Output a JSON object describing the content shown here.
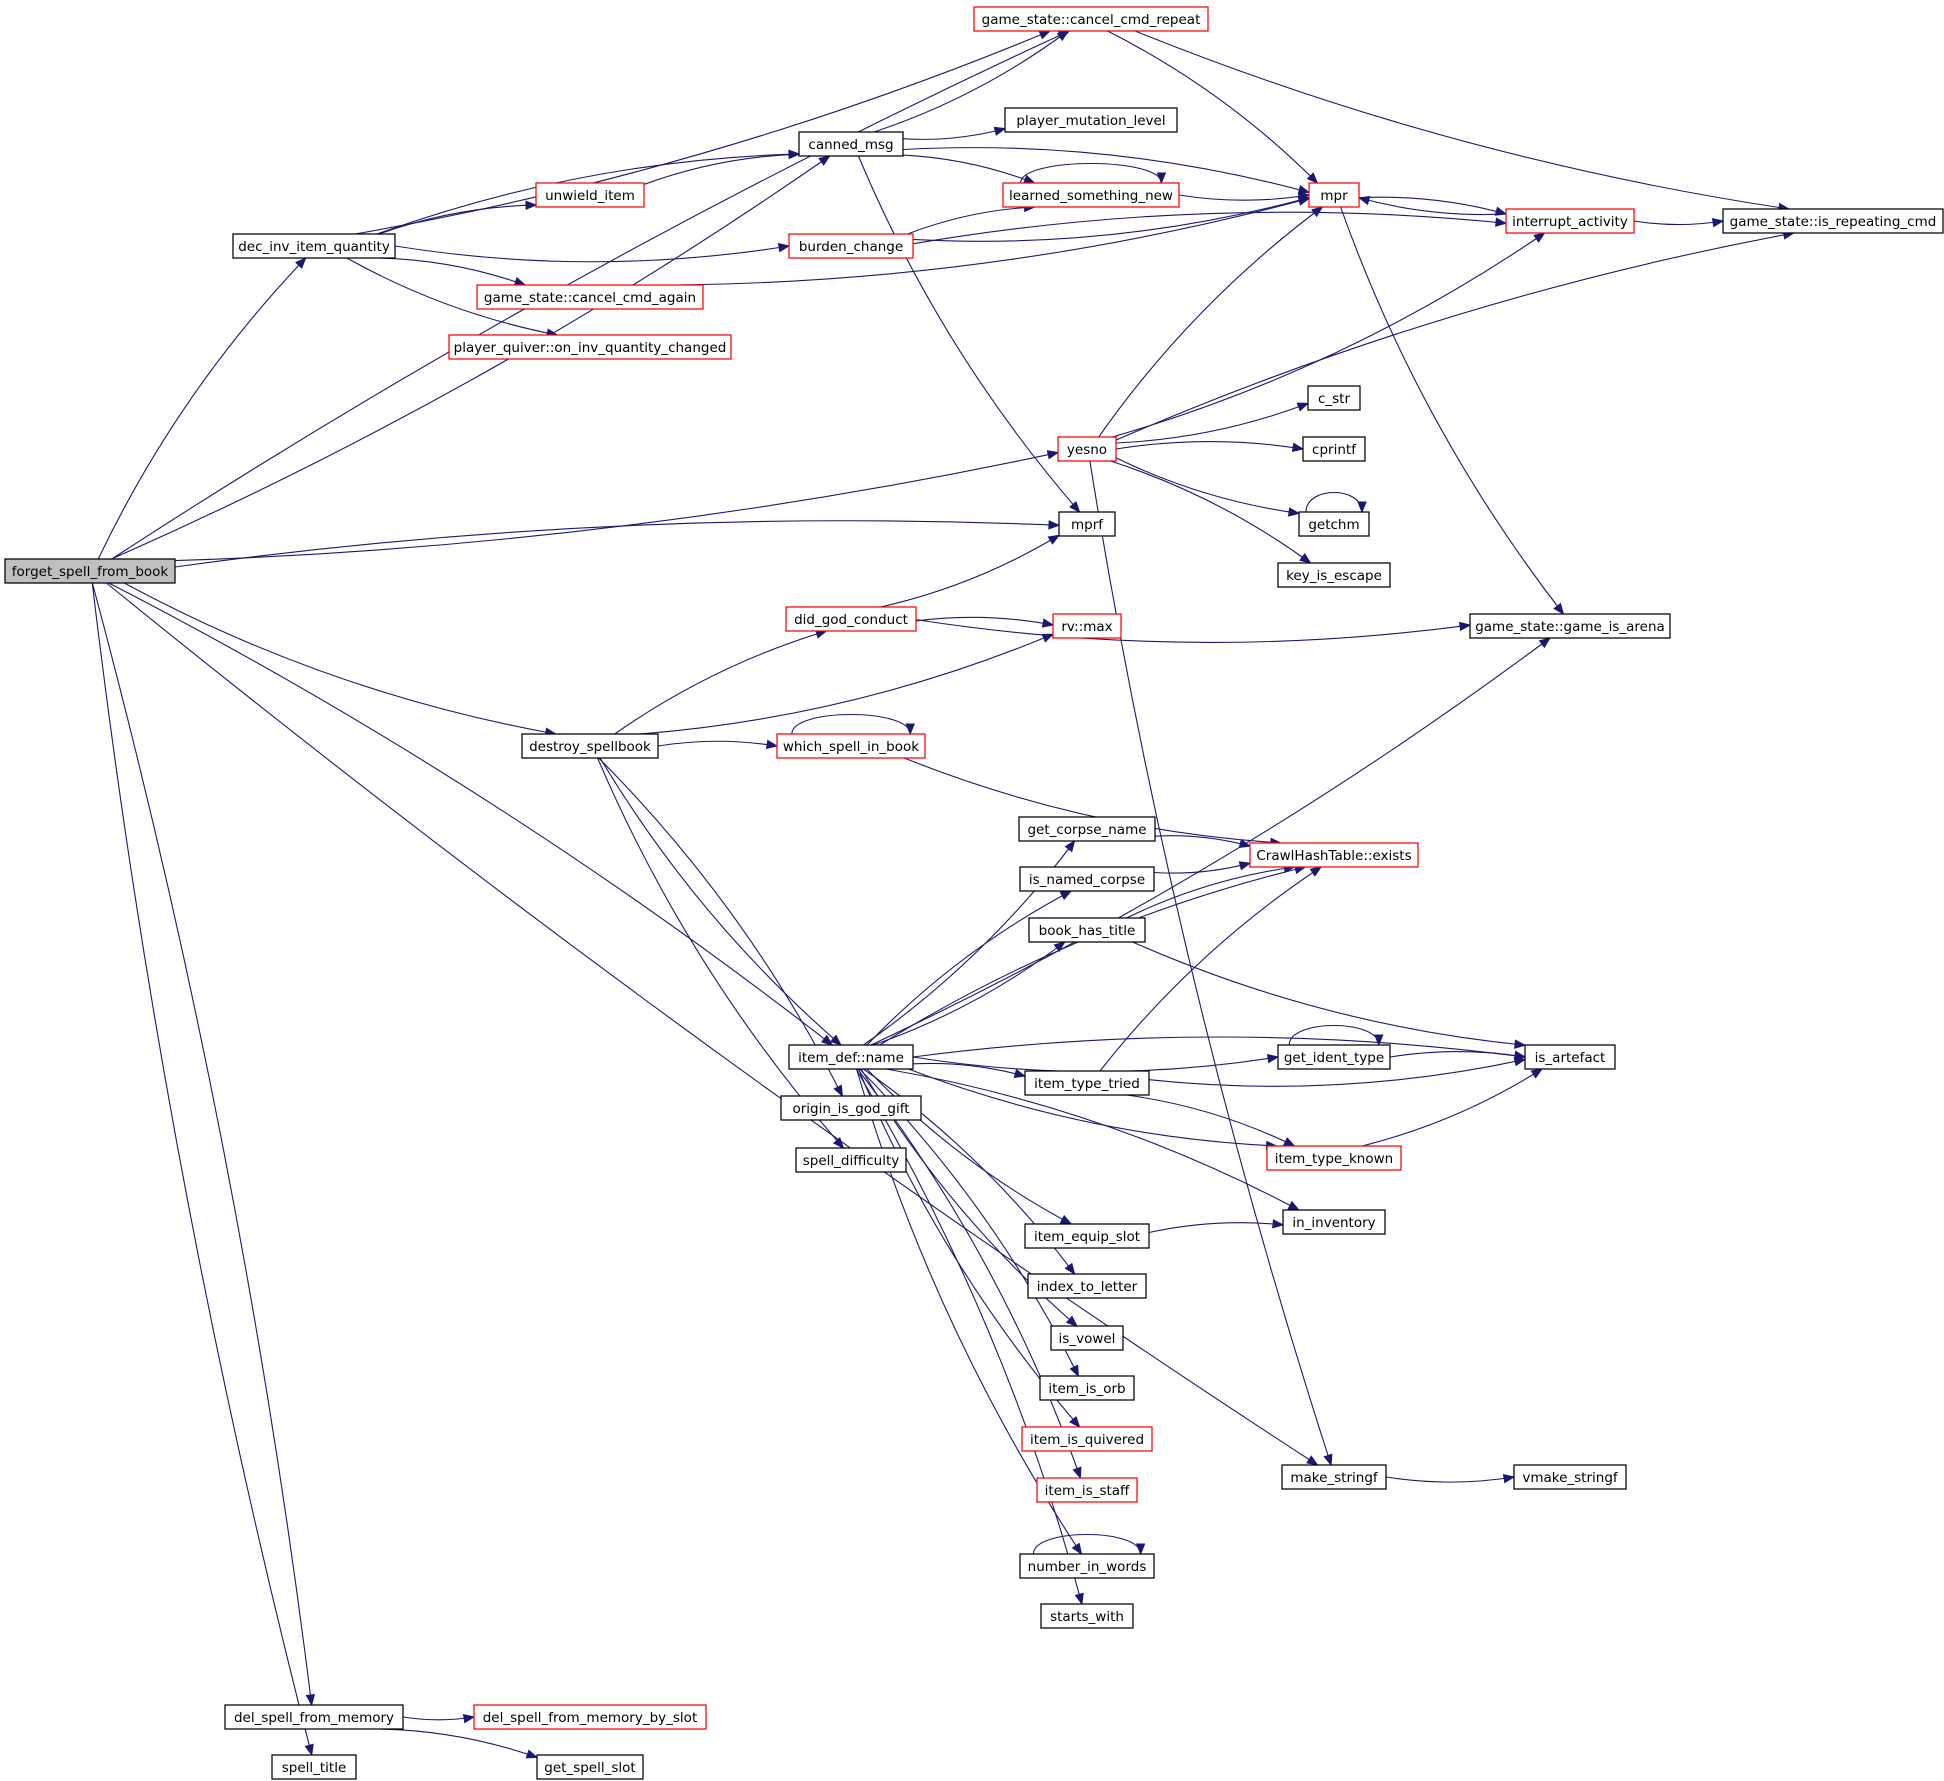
{
  "graph": {
    "nodes": [
      {
        "id": "forget_spell_from_book",
        "label": "forget_spell_from_book",
        "root": true
      },
      {
        "id": "dec_inv_item_quantity",
        "label": "dec_inv_item_quantity"
      },
      {
        "id": "canned_msg",
        "label": "canned_msg"
      },
      {
        "id": "cancel_cmd_repeat",
        "label": "game_state::cancel_cmd_repeat",
        "red": true
      },
      {
        "id": "player_mutation_level",
        "label": "player_mutation_level"
      },
      {
        "id": "unwield_item",
        "label": "unwield_item",
        "red": true
      },
      {
        "id": "learned_something_new",
        "label": "learned_something_new",
        "red": true
      },
      {
        "id": "mpr",
        "label": "mpr",
        "red": true
      },
      {
        "id": "interrupt_activity",
        "label": "interrupt_activity",
        "red": true
      },
      {
        "id": "is_repeating_cmd",
        "label": "game_state::is_repeating_cmd"
      },
      {
        "id": "burden_change",
        "label": "burden_change",
        "red": true
      },
      {
        "id": "cancel_cmd_again",
        "label": "game_state::cancel_cmd_again",
        "red": true
      },
      {
        "id": "on_inv_quantity_changed",
        "label": "player_quiver::on_inv_quantity_changed",
        "red": true
      },
      {
        "id": "c_str",
        "label": "c_str"
      },
      {
        "id": "yesno",
        "label": "yesno",
        "red": true
      },
      {
        "id": "cprintf",
        "label": "cprintf"
      },
      {
        "id": "mprf",
        "label": "mprf"
      },
      {
        "id": "getchm",
        "label": "getchm"
      },
      {
        "id": "key_is_escape",
        "label": "key_is_escape"
      },
      {
        "id": "did_god_conduct",
        "label": "did_god_conduct",
        "red": true
      },
      {
        "id": "rv_max",
        "label": "rv::max",
        "red": true
      },
      {
        "id": "game_is_arena",
        "label": "game_state::game_is_arena"
      },
      {
        "id": "destroy_spellbook",
        "label": "destroy_spellbook"
      },
      {
        "id": "which_spell_in_book",
        "label": "which_spell_in_book",
        "red": true
      },
      {
        "id": "get_corpse_name",
        "label": "get_corpse_name"
      },
      {
        "id": "hash_exists",
        "label": "CrawlHashTable::exists",
        "red": true
      },
      {
        "id": "is_named_corpse",
        "label": "is_named_corpse"
      },
      {
        "id": "book_has_title",
        "label": "book_has_title"
      },
      {
        "id": "item_def_name",
        "label": "item_def::name"
      },
      {
        "id": "get_ident_type",
        "label": "get_ident_type"
      },
      {
        "id": "is_artefact",
        "label": "is_artefact"
      },
      {
        "id": "item_type_tried",
        "label": "item_type_tried"
      },
      {
        "id": "origin_is_god_gift",
        "label": "origin_is_god_gift"
      },
      {
        "id": "item_type_known",
        "label": "item_type_known",
        "red": true
      },
      {
        "id": "spell_difficulty",
        "label": "spell_difficulty"
      },
      {
        "id": "in_inventory",
        "label": "in_inventory"
      },
      {
        "id": "item_equip_slot",
        "label": "item_equip_slot"
      },
      {
        "id": "index_to_letter",
        "label": "index_to_letter"
      },
      {
        "id": "is_vowel",
        "label": "is_vowel"
      },
      {
        "id": "item_is_orb",
        "label": "item_is_orb"
      },
      {
        "id": "item_is_quivered",
        "label": "item_is_quivered",
        "red": true
      },
      {
        "id": "item_is_staff",
        "label": "item_is_staff",
        "red": true
      },
      {
        "id": "make_stringf",
        "label": "make_stringf"
      },
      {
        "id": "vmake_stringf",
        "label": "vmake_stringf"
      },
      {
        "id": "number_in_words",
        "label": "number_in_words"
      },
      {
        "id": "starts_with",
        "label": "starts_with"
      },
      {
        "id": "del_spell_from_memory",
        "label": "del_spell_from_memory"
      },
      {
        "id": "del_spell_from_memory_by_slot",
        "label": "del_spell_from_memory_by_slot",
        "red": true
      },
      {
        "id": "spell_title",
        "label": "spell_title"
      },
      {
        "id": "get_spell_slot",
        "label": "get_spell_slot"
      }
    ],
    "edges": [
      [
        "forget_spell_from_book",
        "dec_inv_item_quantity"
      ],
      [
        "forget_spell_from_book",
        "canned_msg"
      ],
      [
        "forget_spell_from_book",
        "cancel_cmd_repeat"
      ],
      [
        "forget_spell_from_book",
        "yesno"
      ],
      [
        "forget_spell_from_book",
        "mprf"
      ],
      [
        "forget_spell_from_book",
        "destroy_spellbook"
      ],
      [
        "forget_spell_from_book",
        "item_def_name"
      ],
      [
        "forget_spell_from_book",
        "make_stringf"
      ],
      [
        "forget_spell_from_book",
        "del_spell_from_memory"
      ],
      [
        "forget_spell_from_book",
        "spell_title"
      ],
      [
        "dec_inv_item_quantity",
        "canned_msg"
      ],
      [
        "dec_inv_item_quantity",
        "cancel_cmd_repeat"
      ],
      [
        "dec_inv_item_quantity",
        "unwield_item"
      ],
      [
        "dec_inv_item_quantity",
        "burden_change"
      ],
      [
        "dec_inv_item_quantity",
        "cancel_cmd_again"
      ],
      [
        "dec_inv_item_quantity",
        "on_inv_quantity_changed"
      ],
      [
        "unwield_item",
        "canned_msg"
      ],
      [
        "canned_msg",
        "cancel_cmd_repeat"
      ],
      [
        "canned_msg",
        "mpr"
      ],
      [
        "canned_msg",
        "player_mutation_level"
      ],
      [
        "canned_msg",
        "learned_something_new"
      ],
      [
        "canned_msg",
        "mprf"
      ],
      [
        "cancel_cmd_repeat",
        "mpr"
      ],
      [
        "cancel_cmd_repeat",
        "is_repeating_cmd"
      ],
      [
        "learned_something_new",
        "learned_something_new"
      ],
      [
        "learned_something_new",
        "mpr"
      ],
      [
        "burden_change",
        "learned_something_new"
      ],
      [
        "burden_change",
        "mpr"
      ],
      [
        "burden_change",
        "interrupt_activity"
      ],
      [
        "cancel_cmd_again",
        "mpr"
      ],
      [
        "mpr",
        "interrupt_activity"
      ],
      [
        "mpr",
        "game_is_arena"
      ],
      [
        "interrupt_activity",
        "mpr"
      ],
      [
        "interrupt_activity",
        "is_repeating_cmd"
      ],
      [
        "yesno",
        "mpr"
      ],
      [
        "yesno",
        "interrupt_activity"
      ],
      [
        "yesno",
        "is_repeating_cmd"
      ],
      [
        "yesno",
        "c_str"
      ],
      [
        "yesno",
        "cprintf"
      ],
      [
        "yesno",
        "getchm"
      ],
      [
        "yesno",
        "key_is_escape"
      ],
      [
        "yesno",
        "make_stringf"
      ],
      [
        "getchm",
        "getchm"
      ],
      [
        "did_god_conduct",
        "mprf"
      ],
      [
        "did_god_conduct",
        "rv_max"
      ],
      [
        "did_god_conduct",
        "game_is_arena"
      ],
      [
        "destroy_spellbook",
        "did_god_conduct"
      ],
      [
        "destroy_spellbook",
        "rv_max"
      ],
      [
        "destroy_spellbook",
        "which_spell_in_book"
      ],
      [
        "destroy_spellbook",
        "item_def_name"
      ],
      [
        "destroy_spellbook",
        "origin_is_god_gift"
      ],
      [
        "destroy_spellbook",
        "spell_difficulty"
      ],
      [
        "which_spell_in_book",
        "which_spell_in_book"
      ],
      [
        "which_spell_in_book",
        "hash_exists"
      ],
      [
        "get_corpse_name",
        "hash_exists"
      ],
      [
        "is_named_corpse",
        "hash_exists"
      ],
      [
        "book_has_title",
        "hash_exists"
      ],
      [
        "book_has_title",
        "is_artefact"
      ],
      [
        "item_type_tried",
        "hash_exists"
      ],
      [
        "item_type_tried",
        "is_artefact"
      ],
      [
        "item_type_tried",
        "item_type_known"
      ],
      [
        "get_ident_type",
        "get_ident_type"
      ],
      [
        "get_ident_type",
        "is_artefact"
      ],
      [
        "item_type_known",
        "is_artefact"
      ],
      [
        "item_equip_slot",
        "in_inventory"
      ],
      [
        "make_stringf",
        "vmake_stringf"
      ],
      [
        "number_in_words",
        "number_in_words"
      ],
      [
        "del_spell_from_memory",
        "del_spell_from_memory_by_slot"
      ],
      [
        "del_spell_from_memory",
        "get_spell_slot"
      ],
      [
        "item_def_name",
        "game_is_arena"
      ],
      [
        "item_def_name",
        "hash_exists"
      ],
      [
        "item_def_name",
        "get_corpse_name"
      ],
      [
        "item_def_name",
        "is_named_corpse"
      ],
      [
        "item_def_name",
        "book_has_title"
      ],
      [
        "item_def_name",
        "is_artefact"
      ],
      [
        "item_def_name",
        "get_ident_type"
      ],
      [
        "item_def_name",
        "item_type_tried"
      ],
      [
        "item_def_name",
        "item_type_known"
      ],
      [
        "item_def_name",
        "in_inventory"
      ],
      [
        "item_def_name",
        "item_equip_slot"
      ],
      [
        "item_def_name",
        "index_to_letter"
      ],
      [
        "item_def_name",
        "is_vowel"
      ],
      [
        "item_def_name",
        "item_is_orb"
      ],
      [
        "item_def_name",
        "item_is_quivered"
      ],
      [
        "item_def_name",
        "item_is_staff"
      ],
      [
        "item_def_name",
        "number_in_words"
      ],
      [
        "item_def_name",
        "starts_with"
      ]
    ]
  },
  "colors": {
    "edge": "#191970",
    "node_border": "#000000",
    "node_border_red": "#ff0000",
    "root_fill": "#bfbfbf"
  }
}
